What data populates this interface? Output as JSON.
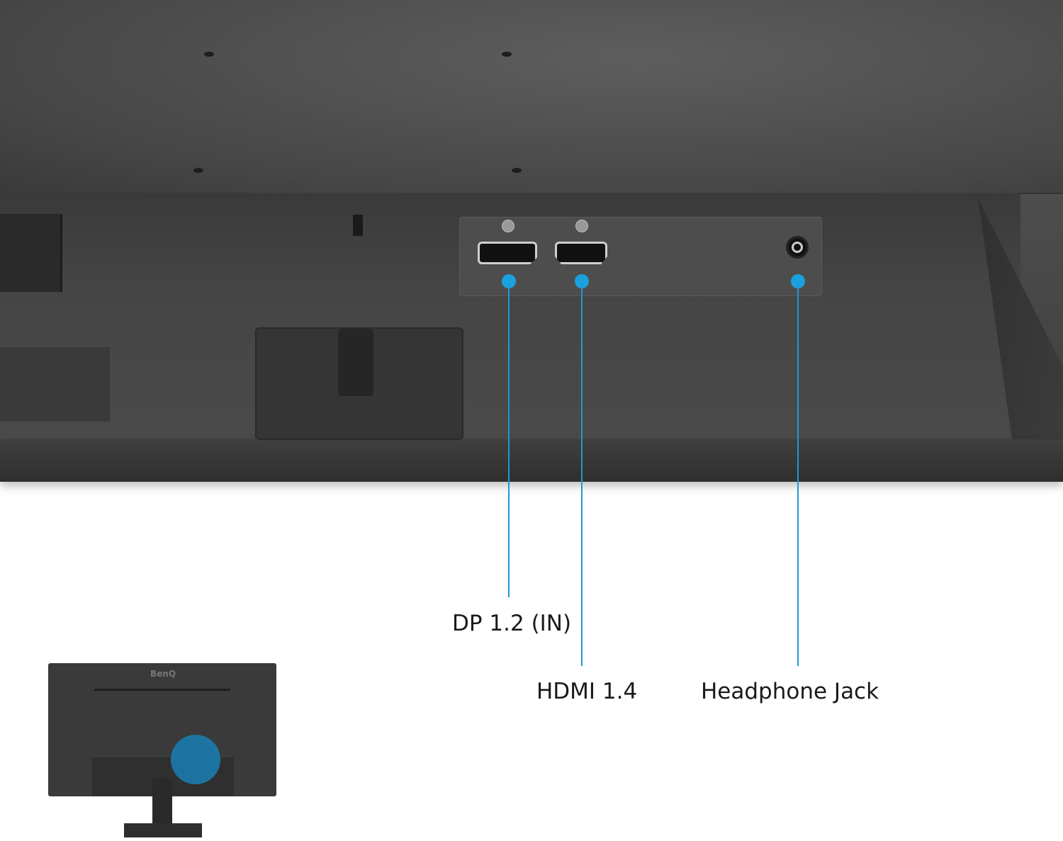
{
  "colors": {
    "accent": "#1ba0e0",
    "housing": "#4a4a4a",
    "background": "#ffffff"
  },
  "callouts": [
    {
      "label": "DP 1.2 (IN)",
      "port": "displayport"
    },
    {
      "label": "HDMI 1.4",
      "port": "hdmi"
    },
    {
      "label": "Headphone Jack",
      "port": "audio-jack"
    }
  ],
  "thumbnail": {
    "logo": "BenQ"
  }
}
